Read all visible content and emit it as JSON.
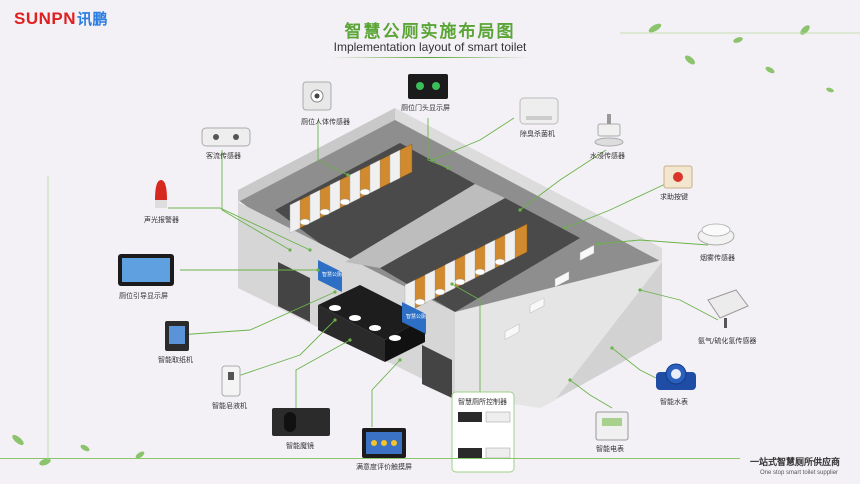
{
  "brand": {
    "latin": "SUNPN",
    "cn": "讯鹏"
  },
  "title": {
    "cn": "智慧公厕实施布局图",
    "en": "Implementation layout of smart toilet"
  },
  "footer": {
    "cn": "一站式智慧厕所供应商",
    "en": "One stop smart toilet supplier"
  },
  "devices": [
    {
      "key": "human_sensor",
      "label": "厕位人体传感器"
    },
    {
      "key": "door_display",
      "label": "厕位门头显示屏"
    },
    {
      "key": "deodorizer",
      "label": "除臭杀菌机"
    },
    {
      "key": "water_sensor",
      "label": "水浸传感器"
    },
    {
      "key": "help_button",
      "label": "求助按键"
    },
    {
      "key": "smoke_sensor",
      "label": "烟雾传感器"
    },
    {
      "key": "gas_sensor",
      "label": "氨气/硫化氢传感器"
    },
    {
      "key": "water_meter",
      "label": "智能水表"
    },
    {
      "key": "electric_meter",
      "label": "智能电表"
    },
    {
      "key": "controller",
      "label": "智慧厕所控制器"
    },
    {
      "key": "rating_screen",
      "label": "满意度评价触摸屏"
    },
    {
      "key": "smart_mirror",
      "label": "智能魔镜"
    },
    {
      "key": "soap_dispenser",
      "label": "智能皂液机"
    },
    {
      "key": "paper_dispenser",
      "label": "智能取纸机"
    },
    {
      "key": "guide_screen",
      "label": "厕位引导显示屏"
    },
    {
      "key": "alarm",
      "label": "声光报警器"
    },
    {
      "key": "passenger_sensor",
      "label": "客流传感器"
    }
  ],
  "signs": {
    "left": "智慧公厕",
    "right": "智慧公厕"
  },
  "colors": {
    "accent": "#5aa536",
    "line": "#6ab34a",
    "brand_red": "#e02020",
    "brand_blue": "#2a7de1"
  }
}
